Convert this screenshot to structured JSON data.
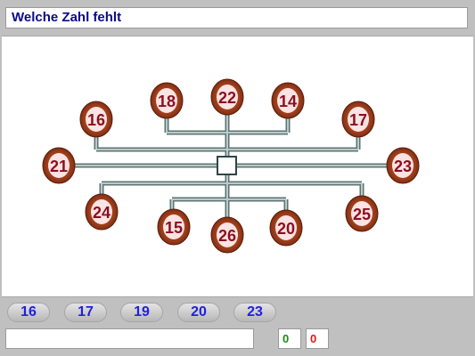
{
  "title": "Welche Zahl fehlt",
  "board": {
    "center_value": "",
    "nodes": [
      "18",
      "22",
      "14",
      "16",
      "17",
      "21",
      "23",
      "24",
      "25",
      "15",
      "26",
      "20"
    ]
  },
  "options": [
    "16",
    "17",
    "19",
    "20",
    "23"
  ],
  "message": "",
  "score": {
    "correct": "0",
    "wrong": "0"
  },
  "colors": {
    "title": "#0a0a8a",
    "option_text": "#2020e0",
    "correct": "#1a8a1a",
    "wrong": "#e01818",
    "node_text": "#8a0f1e",
    "connector": "#7f9393"
  }
}
